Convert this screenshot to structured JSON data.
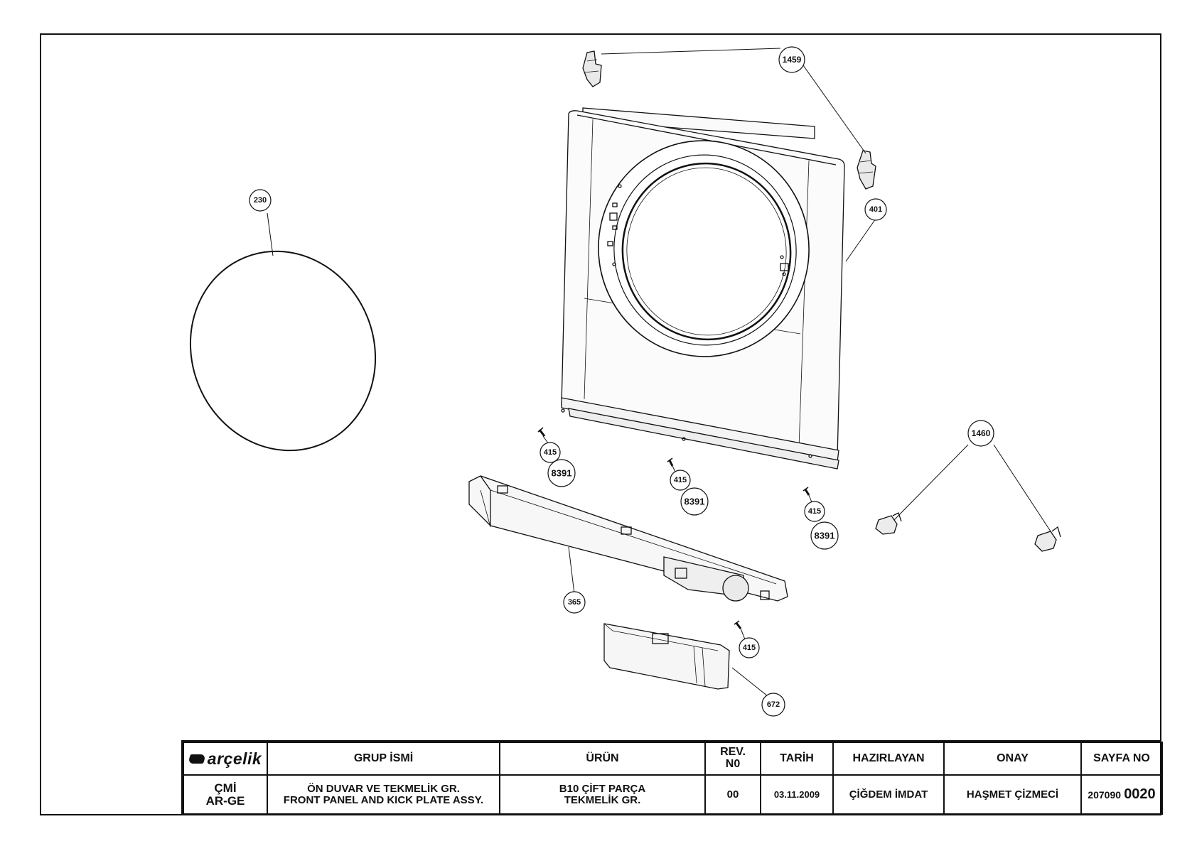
{
  "callouts": {
    "c1459": "1459",
    "c230": "230",
    "c401": "401",
    "c1460": "1460",
    "c415a": "415",
    "c8391a": "8391",
    "c415b": "415",
    "c8391b": "8391",
    "c415c": "415",
    "c8391c": "8391",
    "c365": "365",
    "c415d": "415",
    "c672": "672"
  },
  "title_block": {
    "logo": "arçelik",
    "headers": {
      "grup_ismi": "GRUP İSMİ",
      "urun": "ÜRÜN",
      "rev_line1": "REV.",
      "rev_line2": "N0",
      "tarih": "TARİH",
      "hazirlayan": "HAZIRLAYAN",
      "onay": "ONAY",
      "sayfa_no": "SAYFA NO"
    },
    "values": {
      "dept_line1": "ÇMİ",
      "dept_line2": "AR-GE",
      "grup_line1": "ÖN DUVAR VE TEKMELİK GR.",
      "grup_line2": "FRONT PANEL AND KICK PLATE ASSY.",
      "urun_line1": "B10 ÇİFT PARÇA",
      "urun_line2": "TEKMELİK GR.",
      "rev": "00",
      "tarih": "03.11.2009",
      "hazirlayan": "ÇİĞDEM İMDAT",
      "onay": "HAŞMET ÇİZMECİ",
      "sayfa_prefix": "207090",
      "sayfa_suffix": "0020"
    }
  },
  "colors": {
    "line": "#111111",
    "background": "#ffffff",
    "panel_shade": "#f2f2f2"
  }
}
